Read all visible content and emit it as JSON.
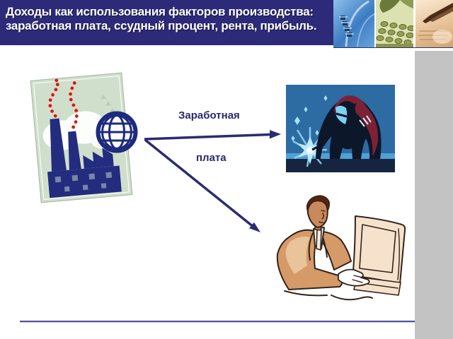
{
  "slide": {
    "header": {
      "title_lines": [
        "Доходы как использования факторов производства:",
        "заработная плата, ссудный процент, рента, прибыль."
      ],
      "photo_tiles": [
        {
          "name": "circuit-board-photo"
        },
        {
          "name": "calculator-and-leaf-photo"
        },
        {
          "name": "pen-and-documents-photo"
        }
      ]
    },
    "diagram": {
      "source_image": "factory-with-globe-clipart",
      "arrow_label_line1": "Заработная",
      "arrow_label_line2": "плата",
      "target_images": [
        "welder-clipart",
        "office-worker-at-computer-clipart"
      ]
    },
    "colors": {
      "header_bg": "#2e2a7a",
      "title_text": "#ffffff",
      "arrow": "#2b2a74",
      "label_text": "#272a6e",
      "sidebar_gray": "#c3c3c3",
      "footer_line": "#54519b",
      "paper_green": "#d0dfcc",
      "factory_navy": "#232c7e",
      "smoke_red": "#e01313",
      "welder_bg": "#2d6ba3",
      "welder_maroon": "#7d2137",
      "spark_blue": "#bfeafc",
      "suit_tan": "#d59a68"
    }
  }
}
